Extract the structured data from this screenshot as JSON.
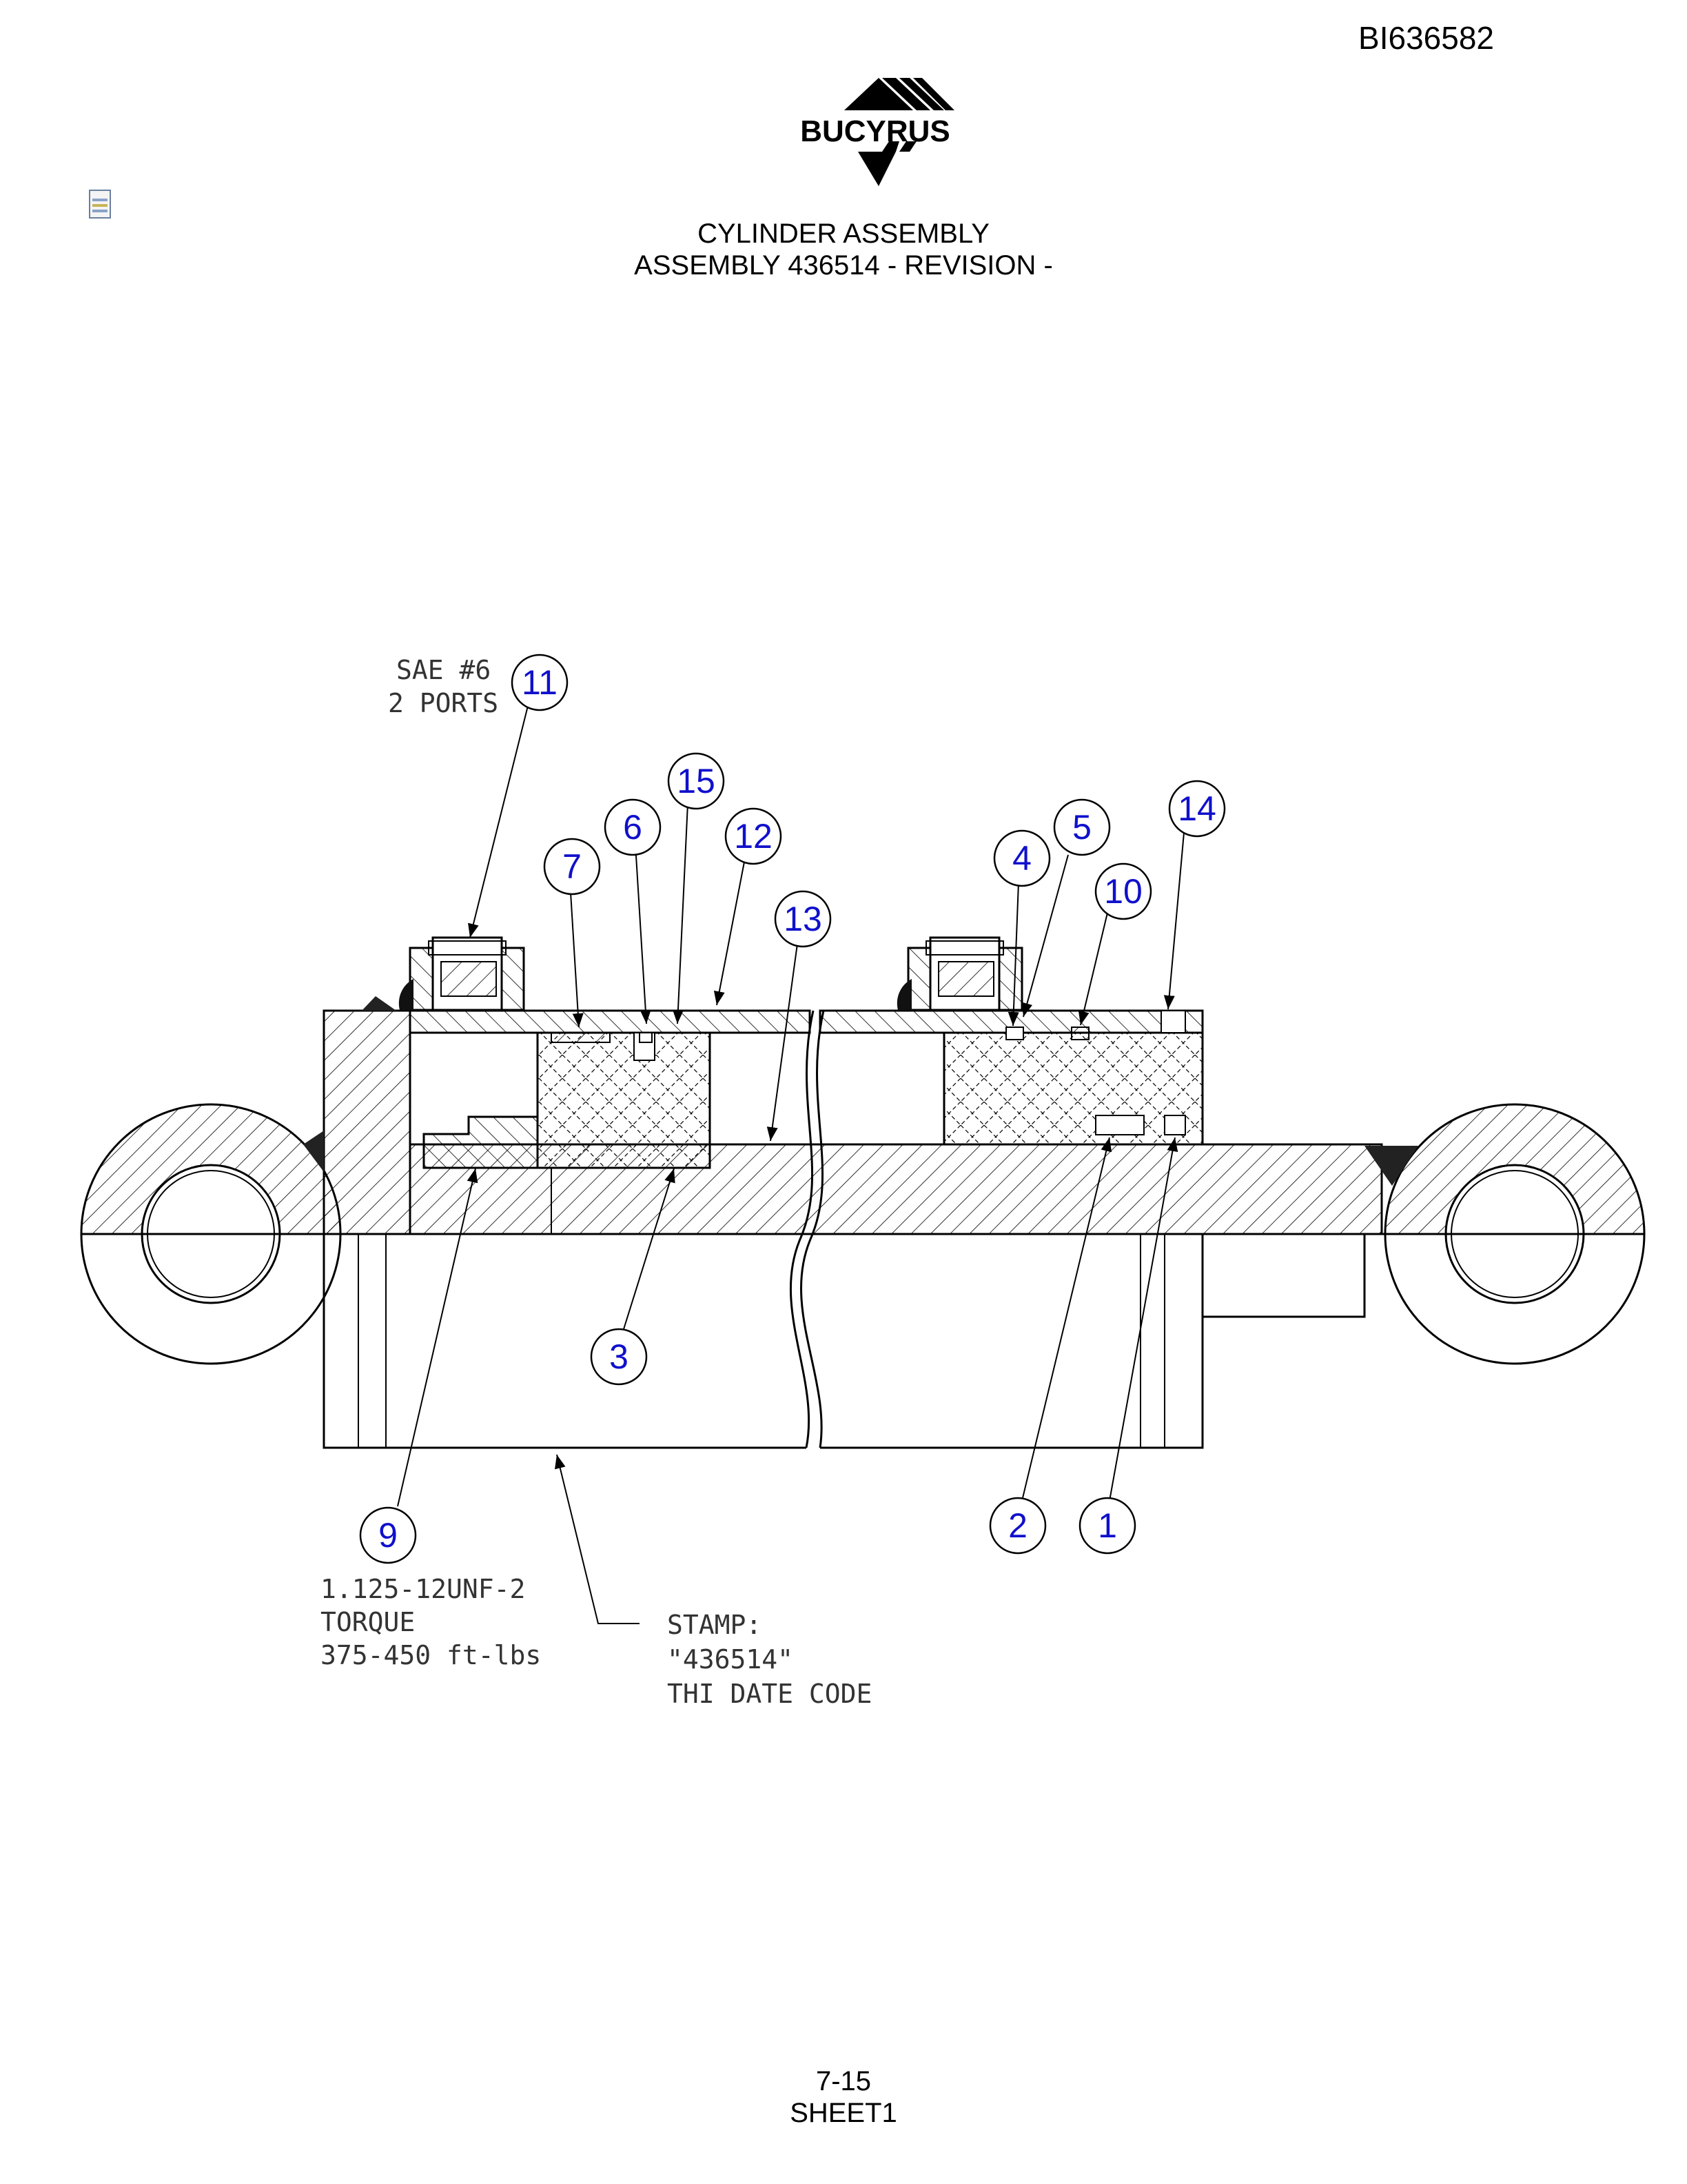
{
  "document": {
    "doc_number": "BI636582",
    "logo_text": "BUCYRUS",
    "title": "CYLINDER ASSEMBLY",
    "subtitle": "ASSEMBLY 436514 - REVISION -",
    "page_number": "7-15",
    "sheet": "SHEET1"
  },
  "icons": {
    "attachment": "document-attachment-icon"
  },
  "notes": {
    "port_line1": "SAE #6",
    "port_line2": "2 PORTS",
    "thread_line1": "1.125-12UNF-2",
    "thread_line2": "TORQUE",
    "thread_line3": "375-450  ft-lbs",
    "stamp_line1": "STAMP:",
    "stamp_line2": "\"436514\"",
    "stamp_line3": "THI DATE CODE"
  },
  "callouts": {
    "c1": "1",
    "c2": "2",
    "c3": "3",
    "c4": "4",
    "c5": "5",
    "c6": "6",
    "c7": "7",
    "c9": "9",
    "c10": "10",
    "c11": "11",
    "c12": "12",
    "c13": "13",
    "c14": "14",
    "c15": "15"
  },
  "colors": {
    "callout": "#1010cc",
    "line": "#000000",
    "weld": "#222222"
  }
}
